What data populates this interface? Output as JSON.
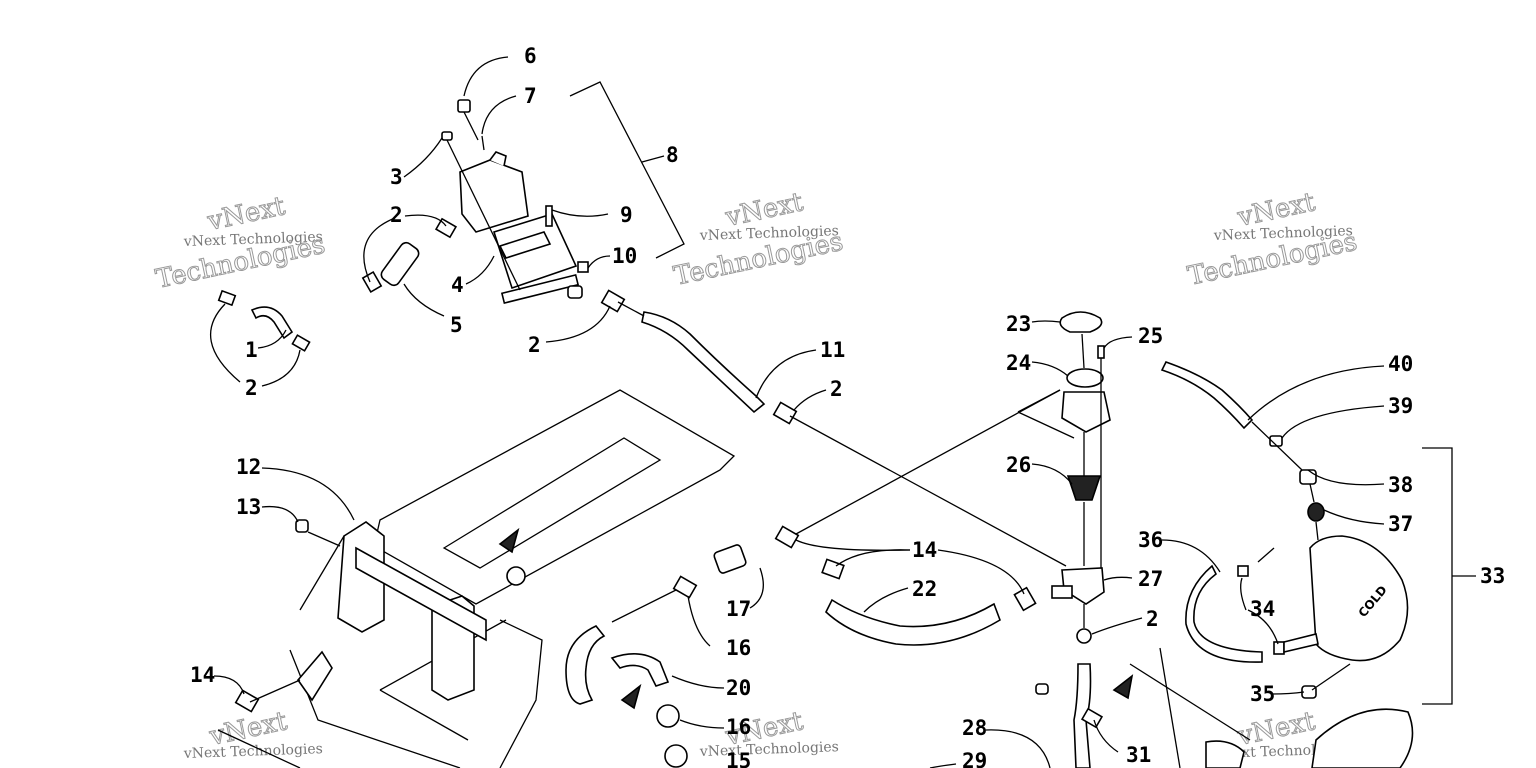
{
  "diagram": {
    "callouts": [
      "1",
      "2",
      "3",
      "4",
      "5",
      "6",
      "7",
      "8",
      "9",
      "10",
      "11",
      "12",
      "13",
      "14",
      "15",
      "16",
      "17",
      "20",
      "22",
      "23",
      "24",
      "25",
      "26",
      "27",
      "28",
      "29",
      "31",
      "33",
      "34",
      "35",
      "36",
      "37",
      "38",
      "39",
      "40"
    ]
  },
  "watermark": {
    "line1": "vNext Technologies",
    "line2": "vNext",
    "line3": "Technologies"
  }
}
